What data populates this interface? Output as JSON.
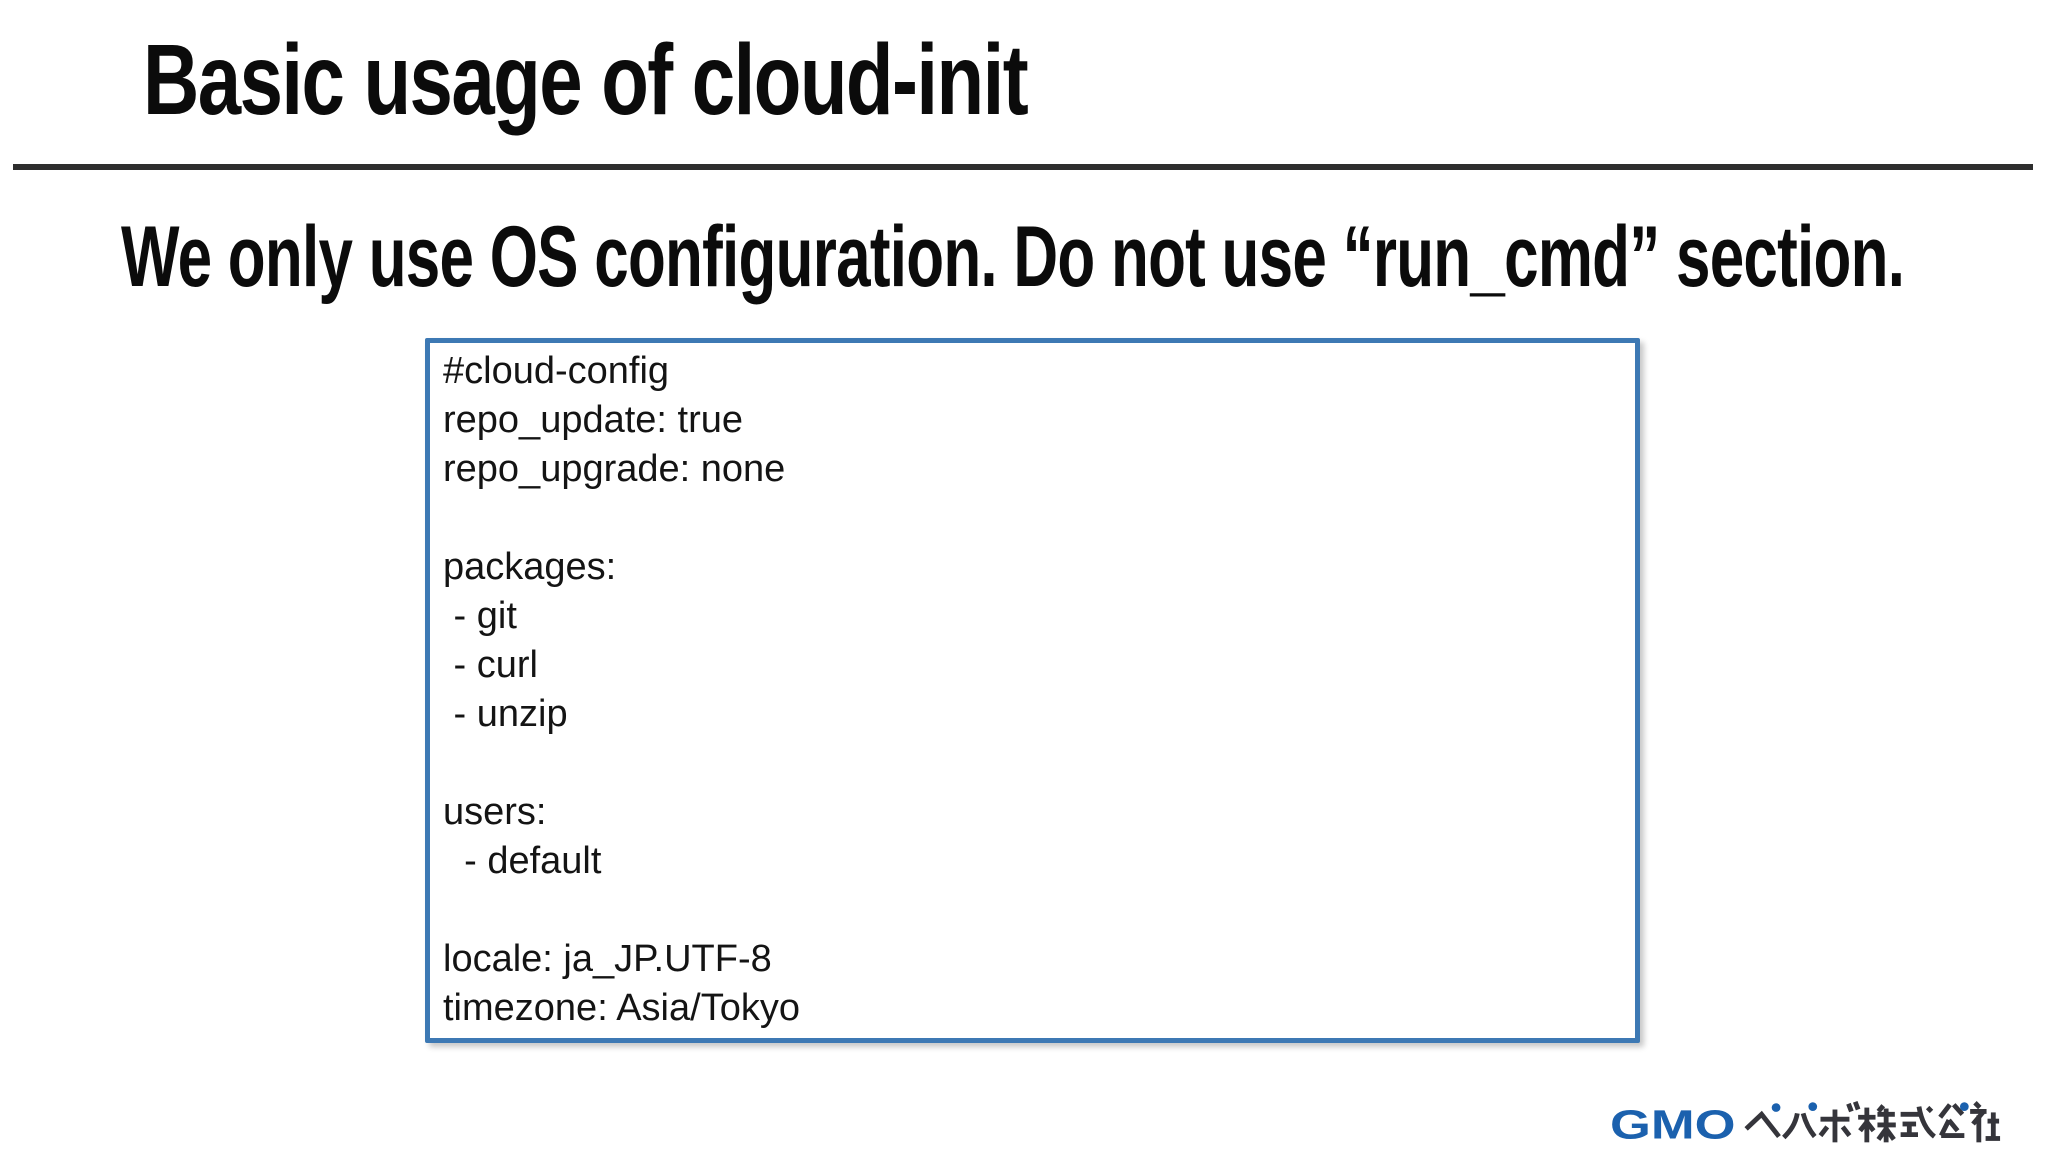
{
  "slide": {
    "title": "Basic usage of cloud-init",
    "subtitle": "We only use OS configuration. Do not use “run_cmd” section.",
    "code_block": {
      "lines": [
        "#cloud-config",
        "repo_update: true",
        "repo_upgrade: none",
        "",
        "packages:",
        " - git",
        " - curl",
        " - unzip",
        "",
        "users:",
        "  - default",
        "",
        "locale: ja_JP.UTF-8",
        "timezone: Asia/Tokyo"
      ]
    },
    "logo": {
      "latin": "GMO",
      "japanese": "ペパボ株式会社",
      "full": "GMOペパボ株式会社"
    },
    "colors": {
      "accent_border": "#3d79b4",
      "rule": "#2e2e2e",
      "text": "#0b0b0b",
      "logo_blue": "#1b61ae",
      "logo_dark": "#35353b"
    }
  }
}
